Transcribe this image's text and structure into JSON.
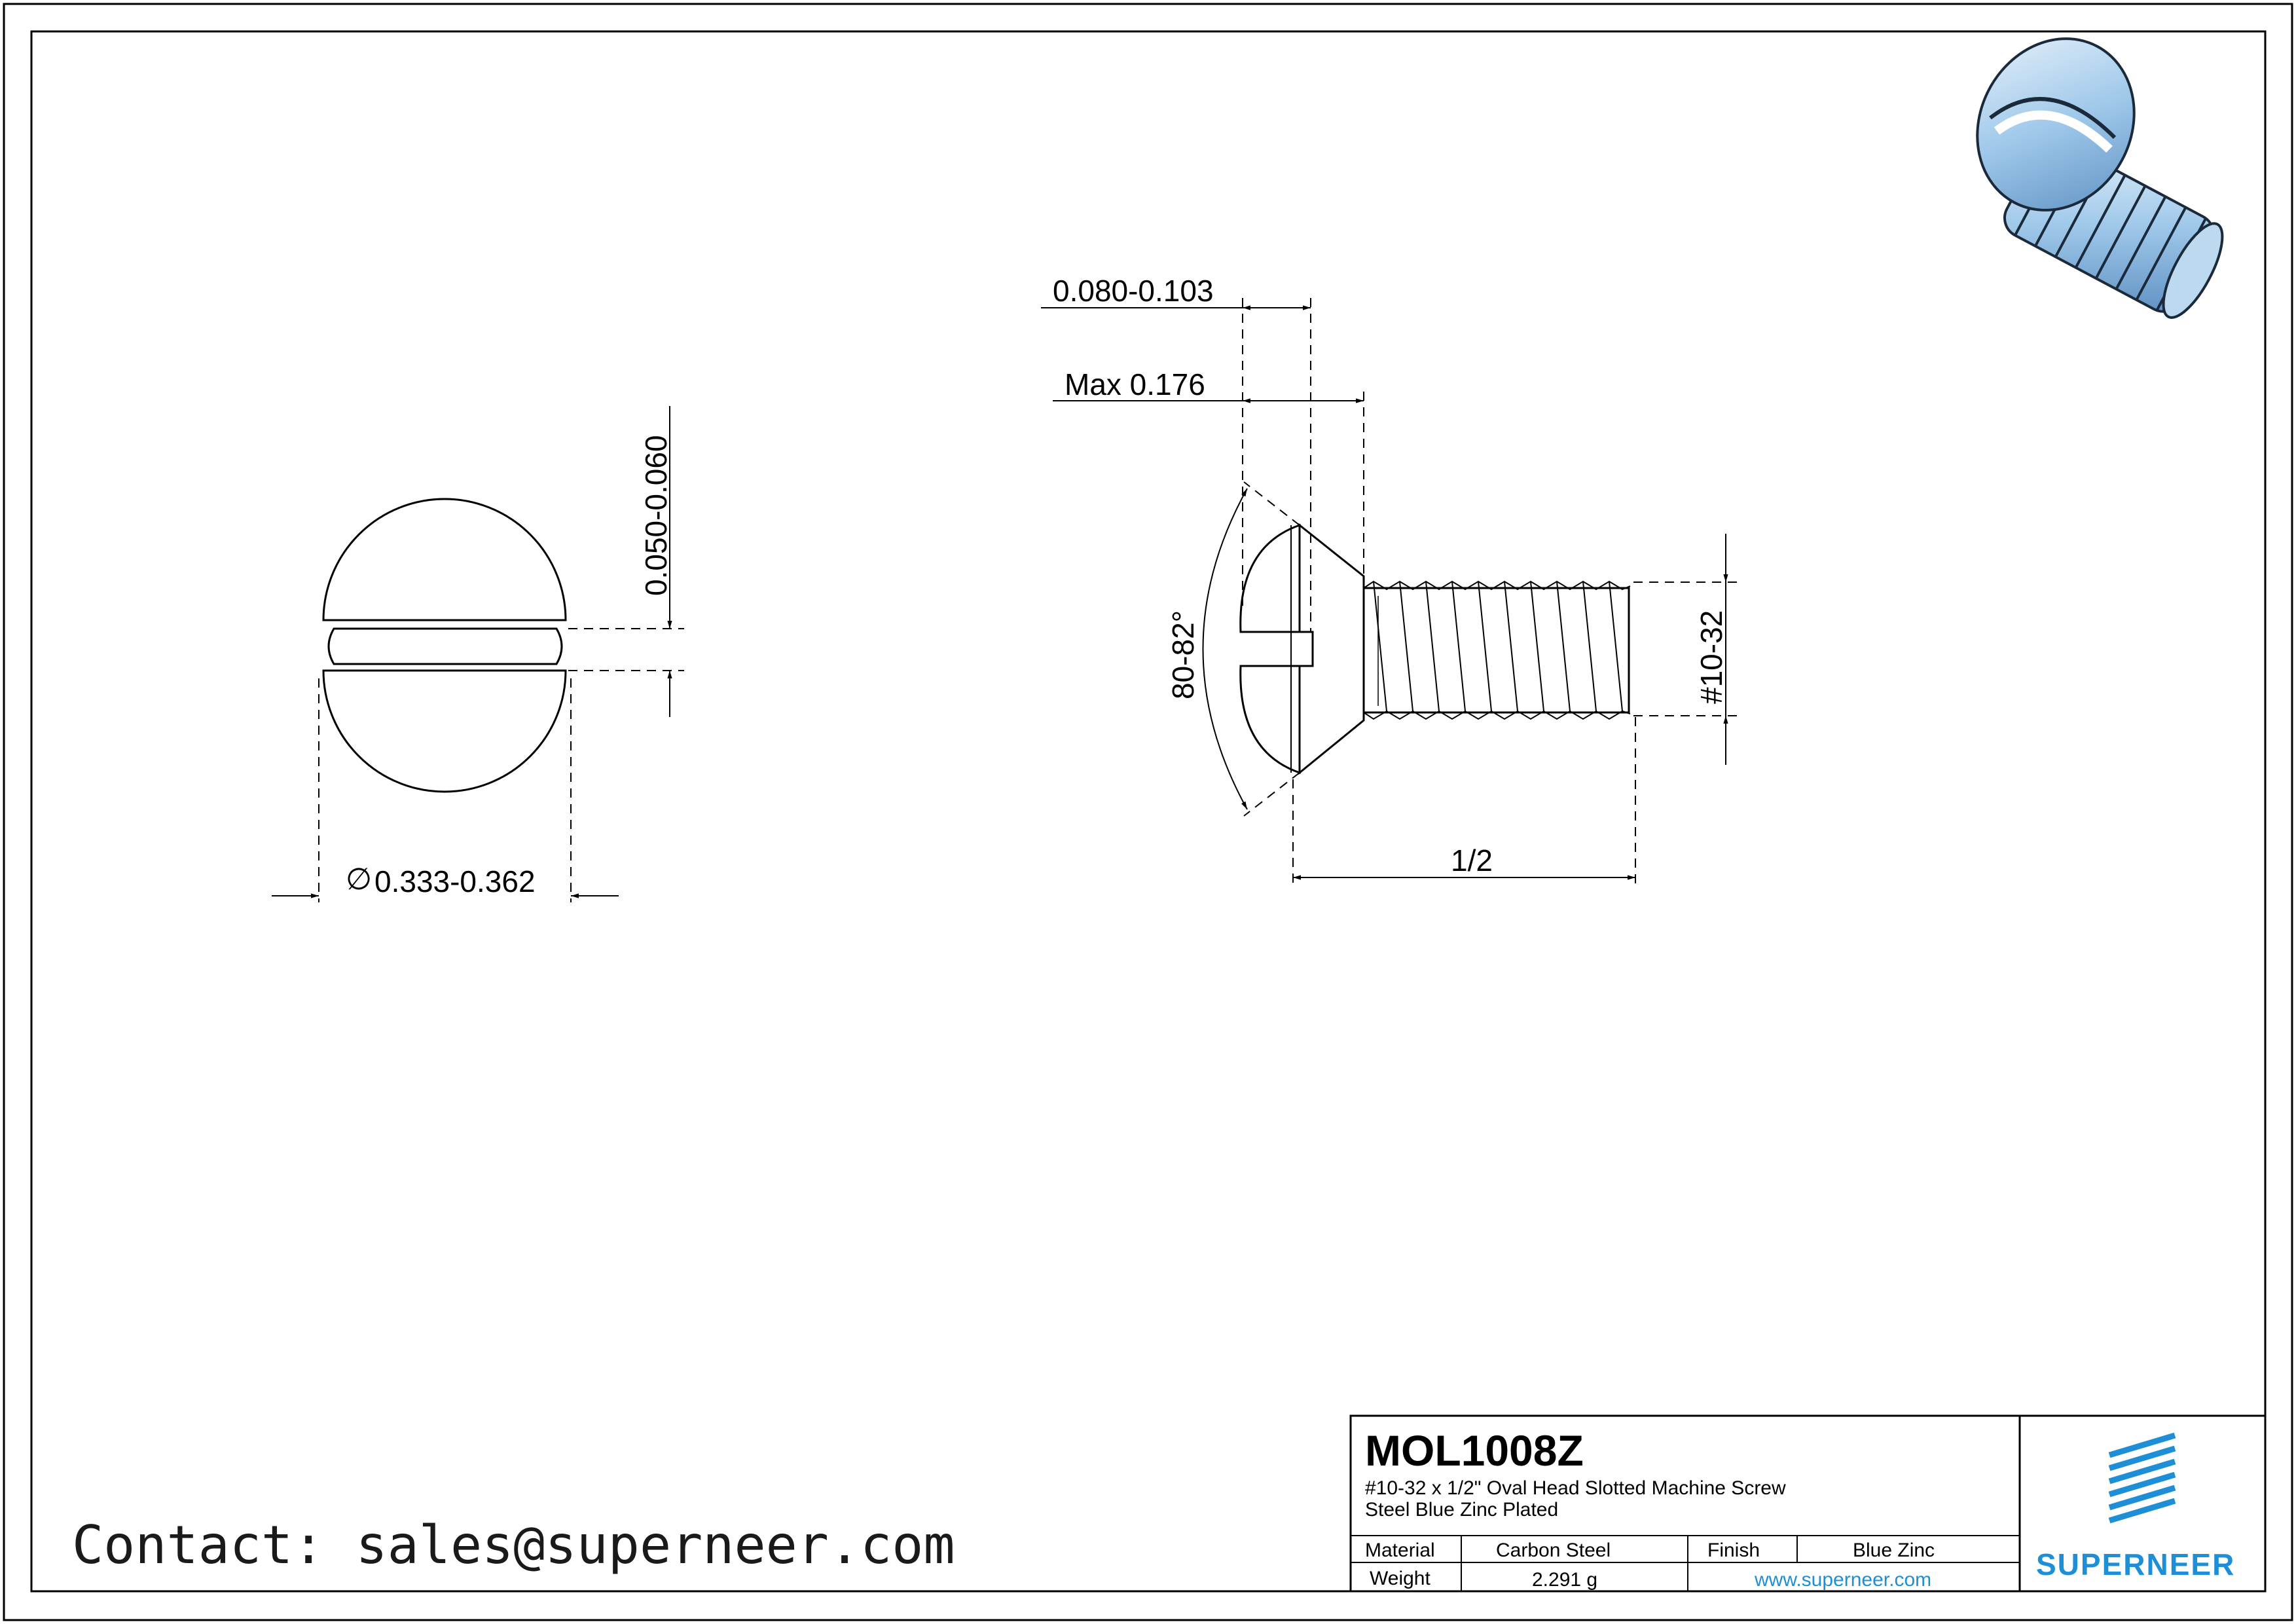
{
  "drawing": {
    "dimensions": {
      "head_height": "0.080-0.103",
      "head_max": "Max 0.176",
      "slot_width": "0.050-0.060",
      "head_diameter": "0.333-0.362",
      "head_angle": "80-82°",
      "thread_size": "#10-32",
      "length": "1/2"
    },
    "diameter_symbol": "∅"
  },
  "title_block": {
    "part_number": "MOL1008Z",
    "description_line1": "#10-32 x 1/2\" Oval Head Slotted Machine Screw",
    "description_line2": "Steel Blue Zinc Plated",
    "material_label": "Material",
    "material_value": "Carbon Steel",
    "finish_label": "Finish",
    "finish_value": "Blue Zinc",
    "weight_label": "Weight",
    "weight_value": "2.291 g",
    "website": "www.superneer.com"
  },
  "brand": {
    "name": "SUPERNEER",
    "color": "#1e8fd6"
  },
  "contact": {
    "text": "Contact: sales@superneer.com"
  },
  "icons": {
    "logo": "superneer-stripes-logo",
    "render": "screw-3d-render-icon"
  }
}
